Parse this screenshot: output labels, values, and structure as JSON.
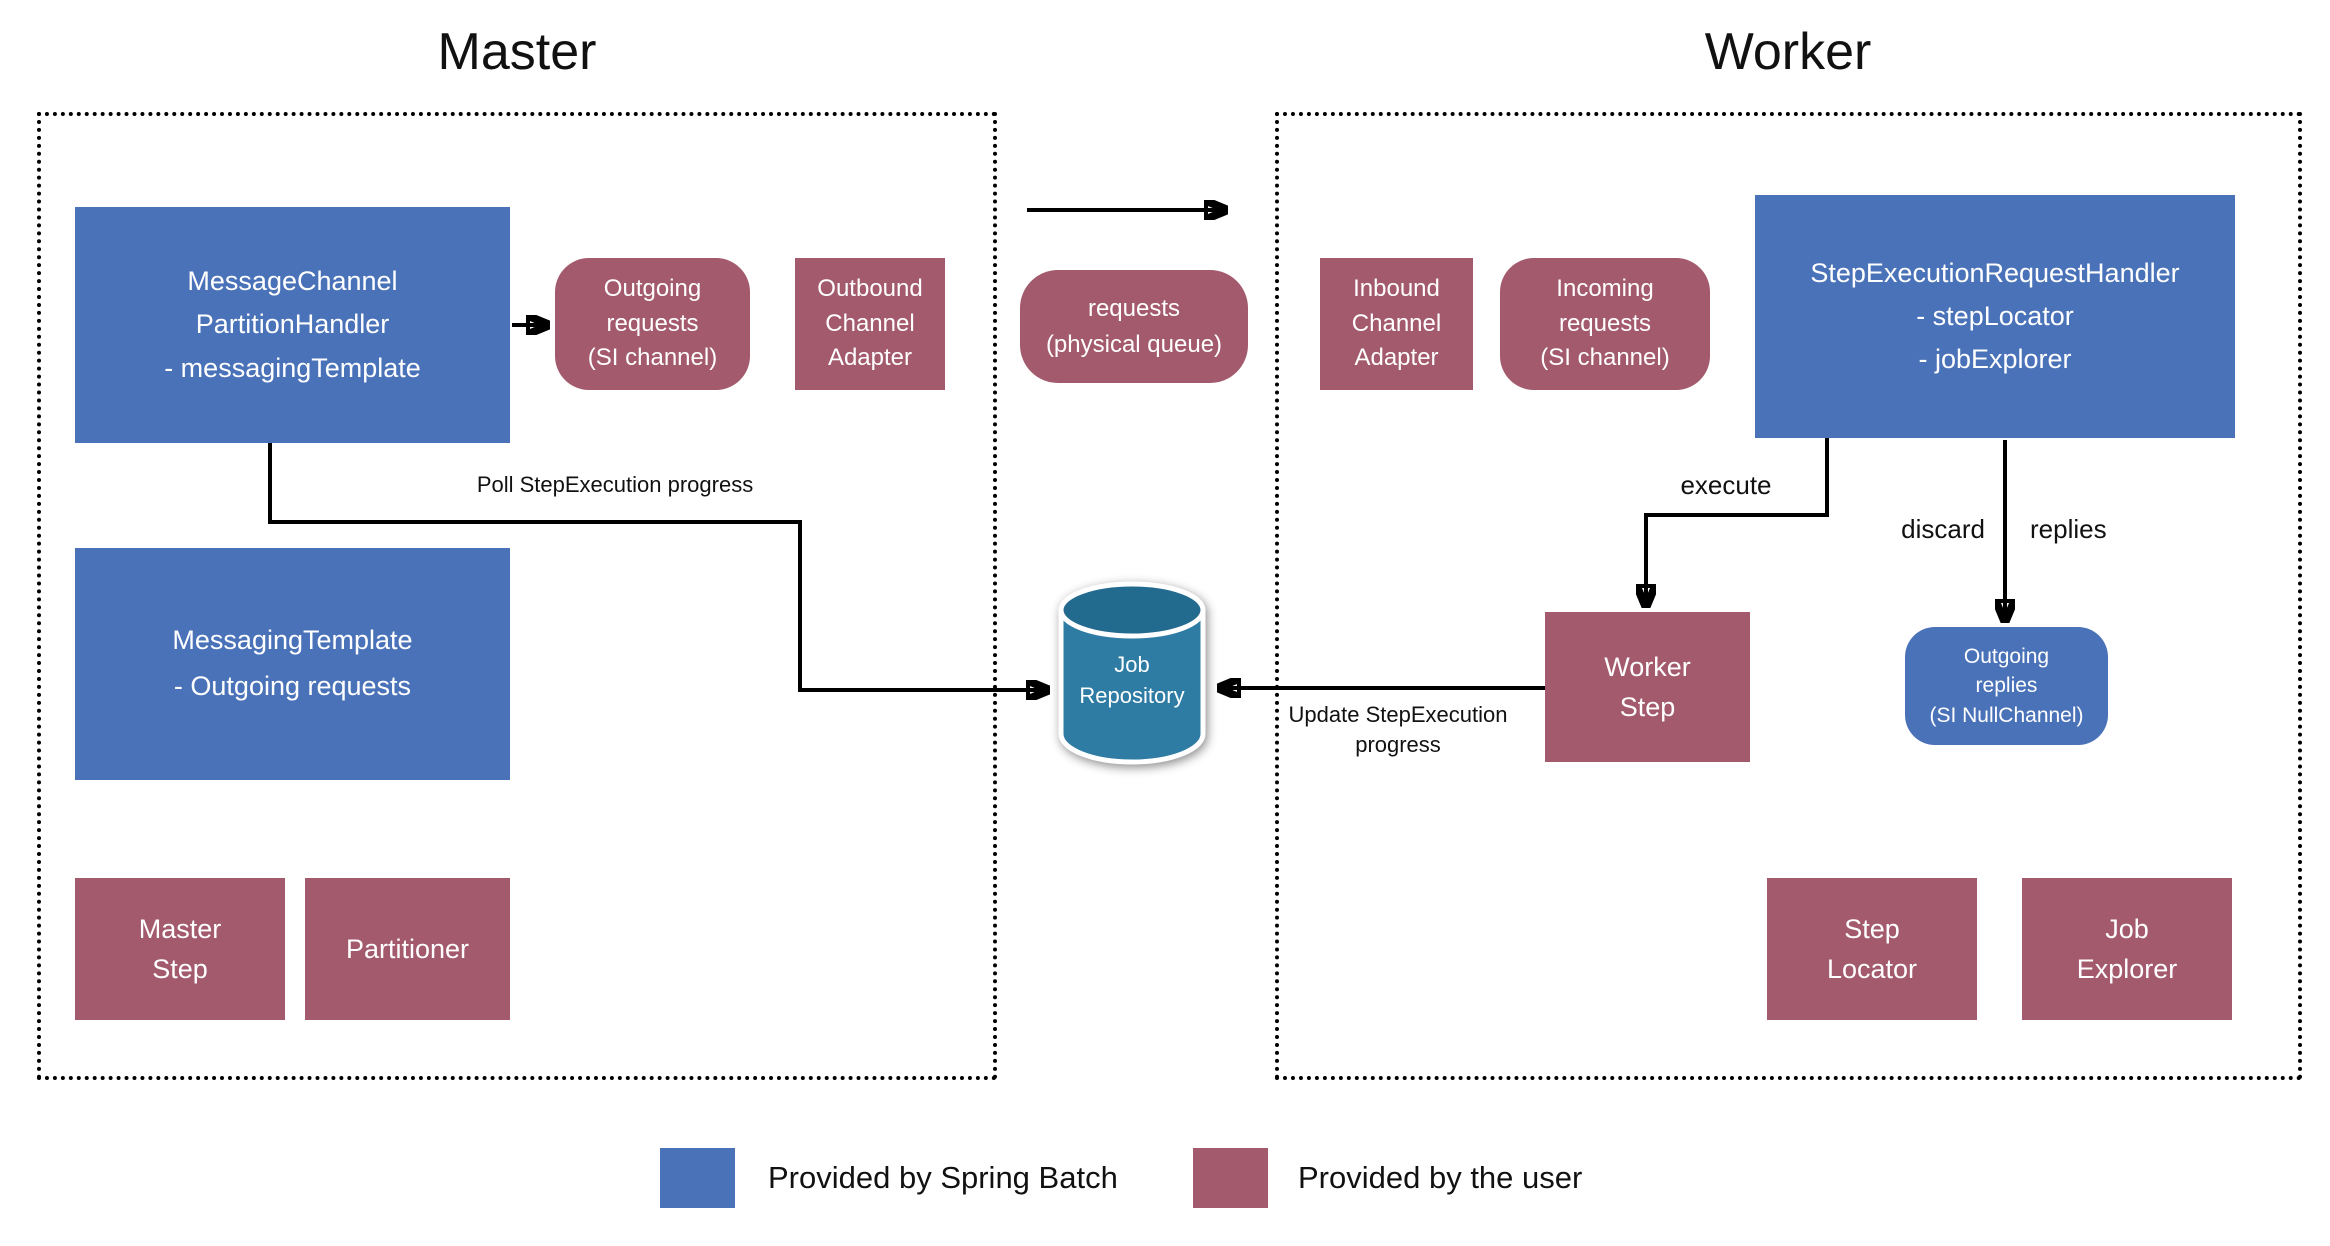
{
  "titles": {
    "master": "Master",
    "worker": "Worker"
  },
  "master": {
    "partition_handler": "MessageChannel\nPartitionHandler\n- messagingTemplate",
    "outgoing_requests": "Outgoing\nrequests\n(SI channel)",
    "outbound_adapter": "Outbound\nChannel\nAdapter",
    "messaging_template": "MessagingTemplate\n- Outgoing requests",
    "master_step": "Master\nStep",
    "partitioner": "Partitioner"
  },
  "middle": {
    "requests_queue": "requests\n(physical queue)",
    "job_repository": "Job\nRepository"
  },
  "worker": {
    "inbound_adapter": "Inbound\nChannel\nAdapter",
    "incoming_requests": "Incoming\nrequests\n(SI channel)",
    "step_execution_handler": "StepExecutionRequestHandler\n- stepLocator\n- jobExplorer",
    "worker_step": "Worker\nStep",
    "outgoing_replies": "Outgoing\nreplies\n(SI NullChannel)",
    "step_locator": "Step\nLocator",
    "job_explorer": "Job\nExplorer"
  },
  "labels": {
    "poll": "Poll StepExecution progress",
    "update": "Update StepExecution\nprogress",
    "execute": "execute",
    "discard": "discard",
    "replies": "replies"
  },
  "legend": {
    "spring_batch": "Provided by Spring Batch",
    "user": "Provided by the user"
  },
  "colors": {
    "spring_batch_blue": "#4a72b8",
    "user_maroon": "#a35a6d",
    "repository_teal": "#2e7ca3",
    "repository_teal_dark": "#226a8e"
  }
}
